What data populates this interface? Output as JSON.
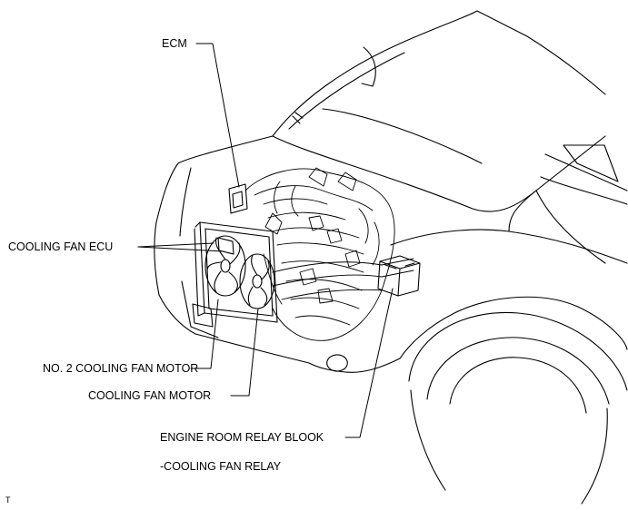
{
  "labels": {
    "ecm": "ECM",
    "cooling_fan_ecu": "COOLING FAN ECU",
    "no2_cooling_fan_motor": "NO. 2 COOLING FAN MOTOR",
    "cooling_fan_motor": "COOLING FAN MOTOR",
    "engine_room_relay_block": "ENGINE ROOM RELAY BLOOK",
    "cooling_fan_relay": "-COOLING FAN RELAY"
  },
  "corner_mark": "T"
}
